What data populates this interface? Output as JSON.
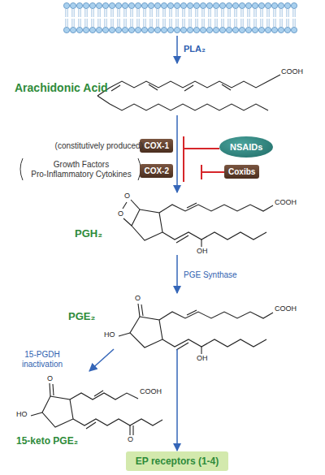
{
  "diagram": {
    "nodes": [
      {
        "text": [
          "Arachidonic Acid"
        ]
      },
      {
        "text": [
          "COX-1"
        ]
      },
      {
        "text": [
          "COX-2"
        ]
      },
      {
        "text": [
          "NSAIDs"
        ]
      },
      {
        "text": [
          "Coxibs"
        ]
      },
      {
        "text": [
          "PGH₂"
        ]
      },
      {
        "text": [
          "PGE₂"
        ]
      },
      {
        "text": [
          "15-keto PGE₂"
        ]
      },
      {
        "text": [
          "EP receptors (1-4)"
        ]
      }
    ],
    "edges": [
      {
        "from": 0,
        "to": 5,
        "arrow": "to"
      },
      {
        "from": 5,
        "to": 6,
        "label": "PGE Synthase",
        "arrow": "to"
      },
      {
        "from": 6,
        "to": 7,
        "label": "15-PGDH inactivation",
        "arrow": "to"
      },
      {
        "from": 6,
        "to": 8,
        "arrow": "to"
      }
    ],
    "labels": [
      "PLA₂",
      "COOH",
      "(constitutively produced)",
      "Growth Factors",
      "Pro-Inflammatory Cytokines",
      "O",
      "O",
      "COOH",
      "OH",
      "O",
      "COOH",
      "HO",
      "OH",
      "O",
      "COOH",
      "HO",
      "O"
    ]
  }
}
